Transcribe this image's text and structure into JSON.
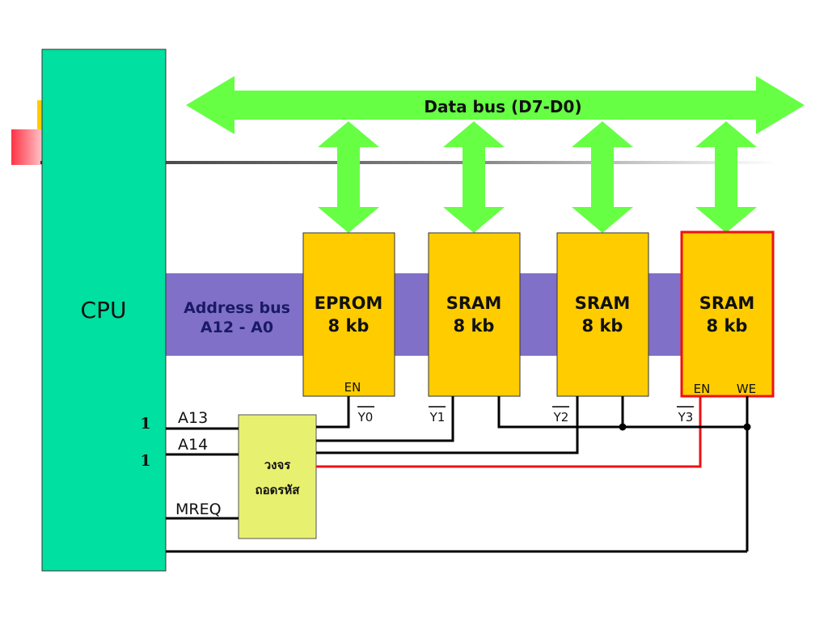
{
  "colors": {
    "cpu": "#00e0a0",
    "bus_arrow": "#66ff44",
    "address_bus": "#8070c8",
    "chip": "#ffcc00",
    "decoder": "#e8f070",
    "highlight": "#ee1111",
    "wire": "#000000"
  },
  "cpu": {
    "label": "CPU"
  },
  "data_bus": {
    "label": "Data bus (D7-D0)"
  },
  "address_bus": {
    "line1": "Address bus",
    "line2": "A12 - A0"
  },
  "chips": [
    {
      "name": "EPROM",
      "size": "8 kb",
      "pins": [
        "EN"
      ],
      "select": "Y0",
      "highlighted": false
    },
    {
      "name": "SRAM",
      "size": "8 kb",
      "pins": [],
      "select": "Y1",
      "highlighted": false
    },
    {
      "name": "SRAM",
      "size": "8 kb",
      "pins": [],
      "select": "Y2",
      "highlighted": false
    },
    {
      "name": "SRAM",
      "size": "8 kb",
      "pins": [
        "EN",
        "WE"
      ],
      "select": "Y3",
      "highlighted": true
    }
  ],
  "signals": {
    "a13": "A13",
    "a14": "A14",
    "mreq": "MREQ",
    "a13_level": "1",
    "a14_level": "1"
  },
  "decoder": {
    "line1": "วงจร",
    "line2": "ถอดรหัส"
  }
}
